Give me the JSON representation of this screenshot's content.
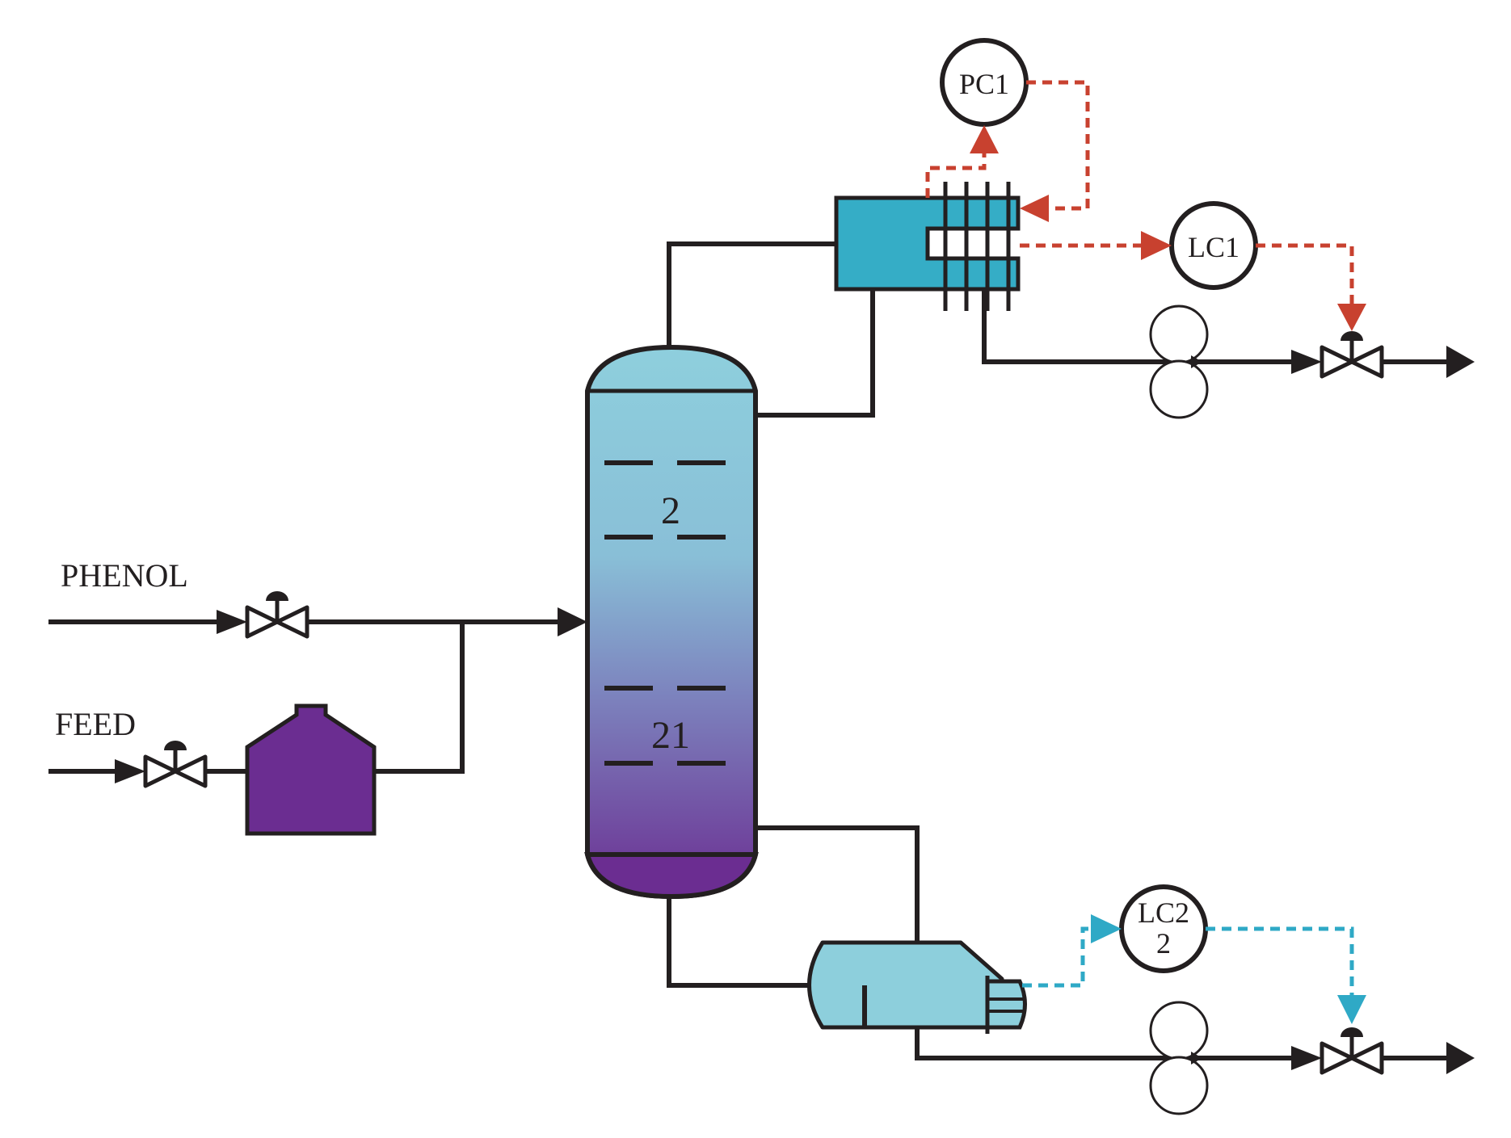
{
  "streams": {
    "phenol_label": "PHENOL",
    "feed_label": "FEED"
  },
  "column": {
    "upper_tray_label": "2",
    "lower_tray_label": "21"
  },
  "controllers": {
    "pc1": "PC1",
    "lc1": "LC1",
    "lc2_line1": "LC2",
    "lc2_line2": "2"
  },
  "colors": {
    "line": "#231f20",
    "signal_red": "#c8412f",
    "signal_cyan": "#2fa9c6",
    "condenser": "#35adc6",
    "reboiler": "#8dcfdc",
    "column_top": "#8ecfdd",
    "column_mid": "#7d86bf",
    "column_bottom": "#6b2f92",
    "feed_vessel": "#6b2d91"
  }
}
